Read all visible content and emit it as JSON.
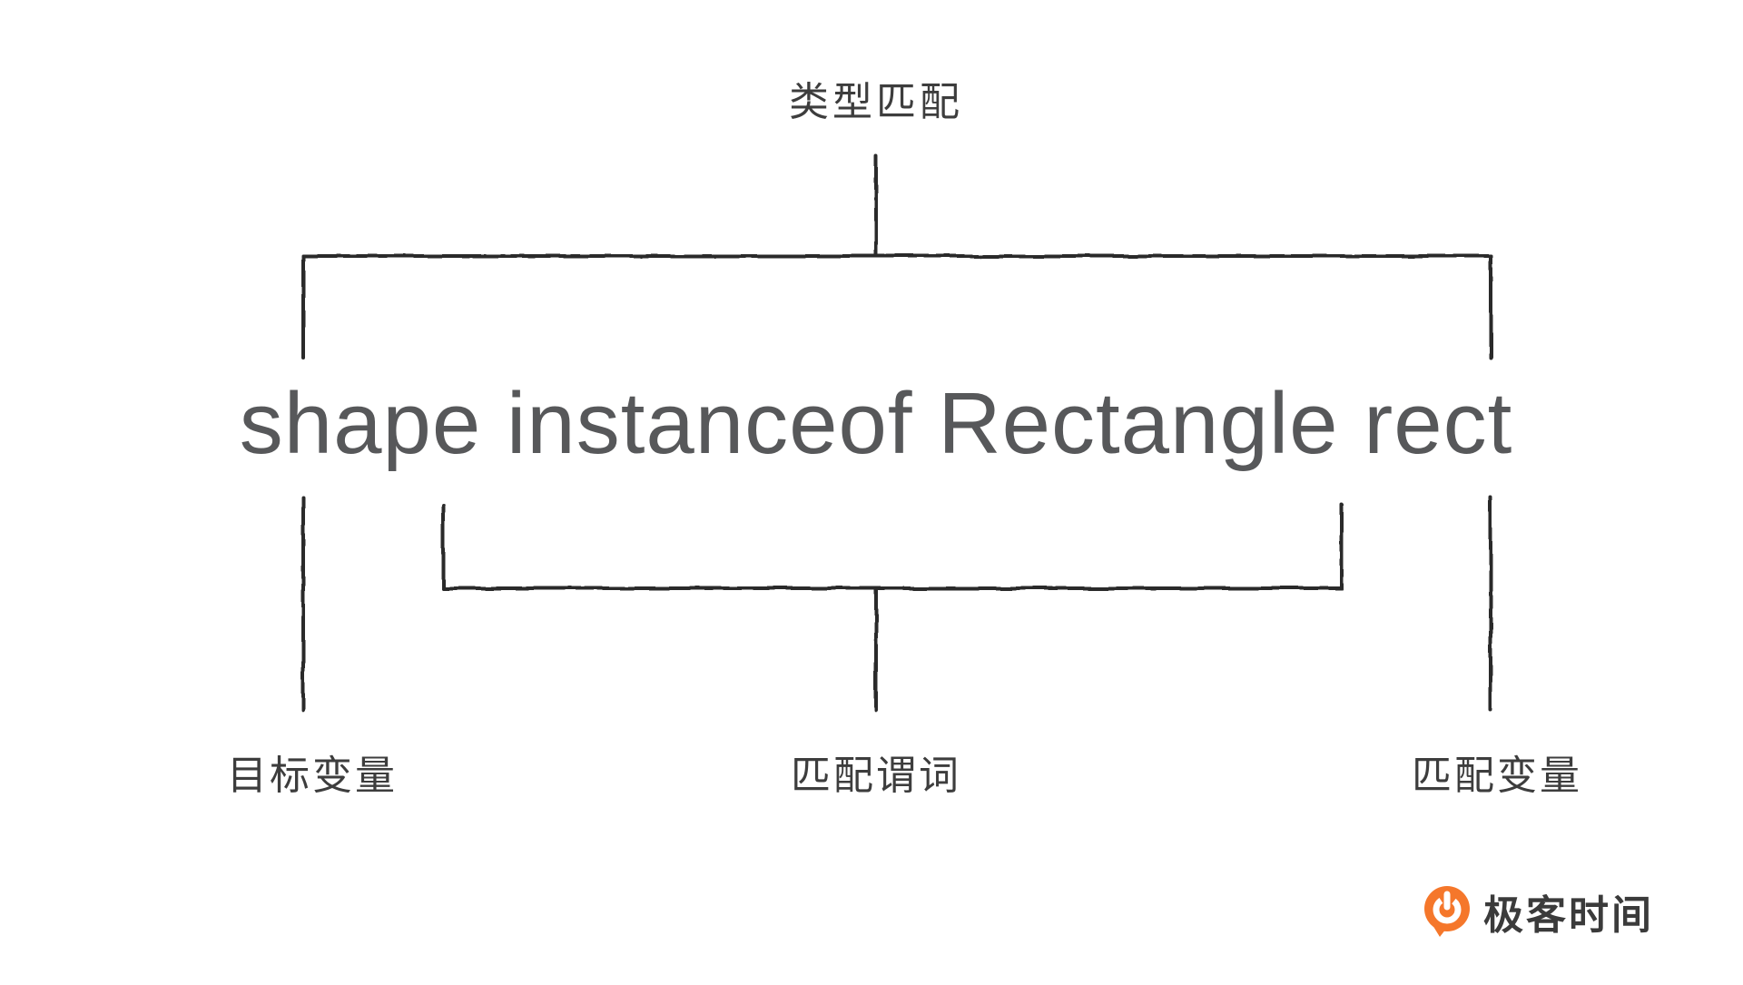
{
  "diagram": {
    "title": "类型匹配",
    "expression": "shape instanceof Rectangle rect",
    "labels": {
      "target_variable": "目标变量",
      "match_predicate": "匹配谓词",
      "match_variable": "匹配变量"
    }
  },
  "branding": {
    "logo_text": "极客时间"
  },
  "colors": {
    "line": "#2b2b2b",
    "expression_text": "#57585a",
    "label_text": "#3d3d3d",
    "logo_orange": "#F5772B"
  }
}
